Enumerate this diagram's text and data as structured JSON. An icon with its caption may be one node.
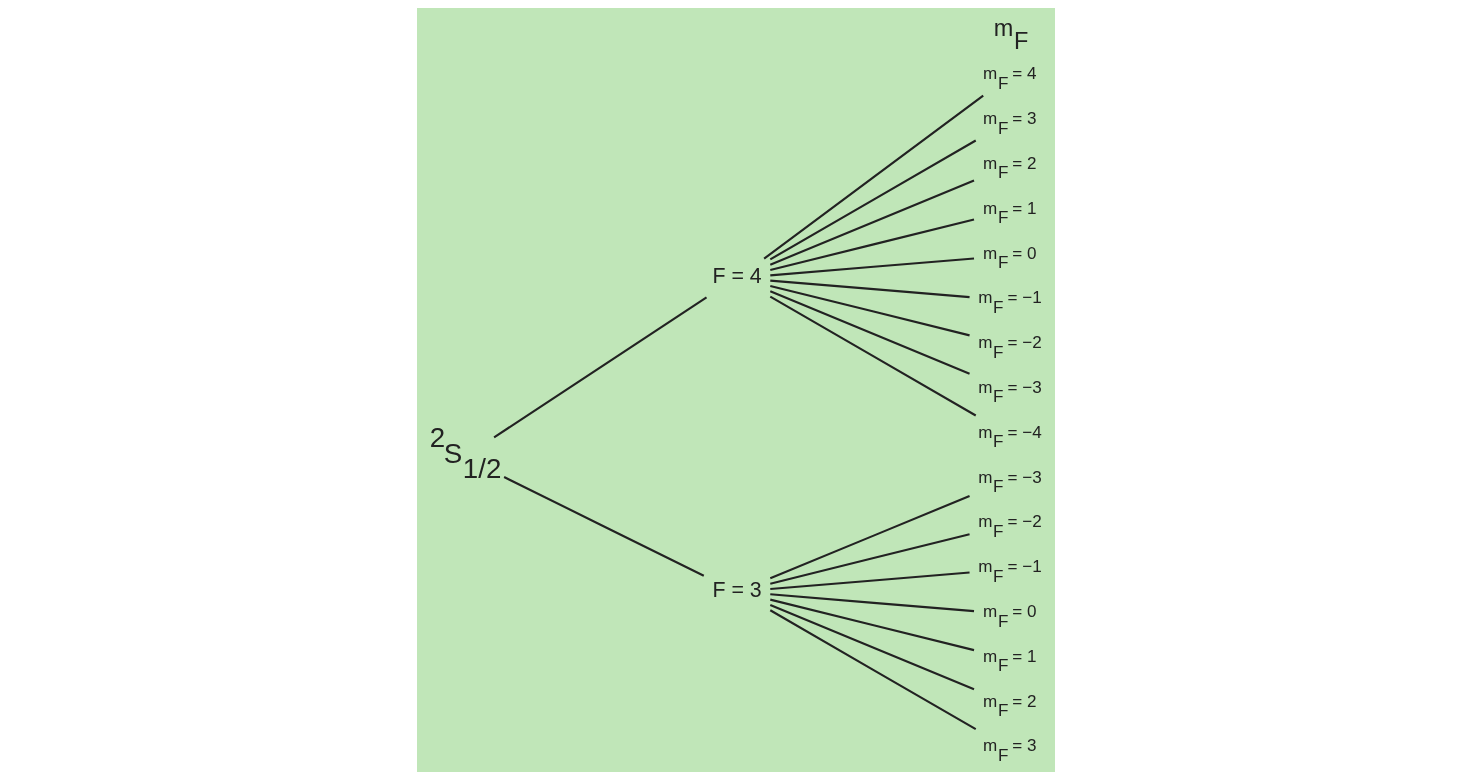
{
  "diagram": {
    "nodes": [
      {
        "text": [
          "$^{2}$S$_{1/2}$"
        ]
      },
      {
        "text": [
          "F = 4"
        ]
      },
      {
        "text": [
          "F = 3"
        ]
      },
      {
        "text": [
          "m$_{F}$ = 4"
        ]
      },
      {
        "text": [
          "m$_{F}$ = 3"
        ]
      },
      {
        "text": [
          "m$_{F}$ = 2"
        ]
      },
      {
        "text": [
          "m$_{F}$ = 1"
        ]
      },
      {
        "text": [
          "m$_{F}$ = 0"
        ]
      },
      {
        "text": [
          "m$_{F}$ = −1"
        ]
      },
      {
        "text": [
          "m$_{F}$ = −2"
        ]
      },
      {
        "text": [
          "m$_{F}$ = −3"
        ]
      },
      {
        "text": [
          "m$_{F}$ = −4"
        ]
      },
      {
        "text": [
          "m$_{F}$ = −3"
        ]
      },
      {
        "text": [
          "m$_{F}$ = −2"
        ]
      },
      {
        "text": [
          "m$_{F}$ = −1"
        ]
      },
      {
        "text": [
          "m$_{F}$ = 0"
        ]
      },
      {
        "text": [
          "m$_{F}$ = 1"
        ]
      },
      {
        "text": [
          "m$_{F}$ = 2"
        ]
      },
      {
        "text": [
          "m$_{F}$ = 3"
        ]
      }
    ],
    "edges": [
      {
        "from": 0,
        "to": 1,
        "arrow": "none"
      },
      {
        "from": 0,
        "to": 2,
        "arrow": "none"
      },
      {
        "from": 1,
        "to": 3,
        "arrow": "none"
      },
      {
        "from": 1,
        "to": 4,
        "arrow": "none"
      },
      {
        "from": 1,
        "to": 5,
        "arrow": "none"
      },
      {
        "from": 1,
        "to": 6,
        "arrow": "none"
      },
      {
        "from": 1,
        "to": 7,
        "arrow": "none"
      },
      {
        "from": 1,
        "to": 8,
        "arrow": "none"
      },
      {
        "from": 1,
        "to": 9,
        "arrow": "none"
      },
      {
        "from": 1,
        "to": 10,
        "arrow": "none"
      },
      {
        "from": 1,
        "to": 11,
        "arrow": "none"
      },
      {
        "from": 2,
        "to": 12,
        "arrow": "none"
      },
      {
        "from": 2,
        "to": 13,
        "arrow": "none"
      },
      {
        "from": 2,
        "to": 14,
        "arrow": "none"
      },
      {
        "from": 2,
        "to": 15,
        "arrow": "none"
      },
      {
        "from": 2,
        "to": 16,
        "arrow": "none"
      },
      {
        "from": 2,
        "to": 17,
        "arrow": "none"
      },
      {
        "from": 2,
        "to": 18,
        "arrow": "none"
      }
    ],
    "labels": [
      "m$_{F}$"
    ]
  }
}
